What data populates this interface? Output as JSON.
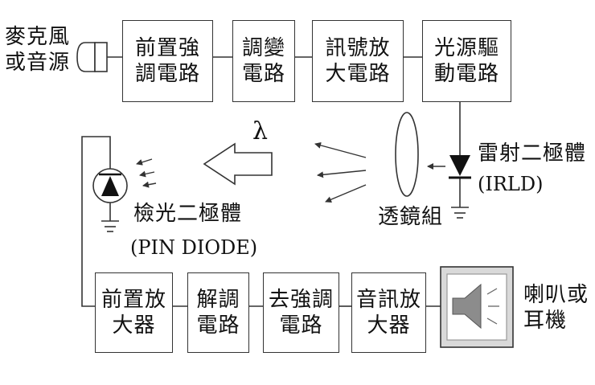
{
  "labels": {
    "mic": "麥克風\n或音源",
    "irld_name": "雷射二極體",
    "irld_code": "(IRLD)",
    "pin_name": "檢光二極體",
    "pin_code": "(PIN DIODE)",
    "lens": "透鏡組",
    "speaker": "喇叭或\n耳機",
    "wavelength": "λ"
  },
  "top_chain": [
    {
      "id": "pre-emphasis",
      "text": "前置強\n調電路"
    },
    {
      "id": "modulator",
      "text": "調變\n電路"
    },
    {
      "id": "signal-amp",
      "text": "訊號放\n大電路"
    },
    {
      "id": "light-driver",
      "text": "光源驅\n動電路"
    }
  ],
  "bottom_chain": [
    {
      "id": "preamp",
      "text": "前置放\n大器"
    },
    {
      "id": "demodulator",
      "text": "解調\n電路"
    },
    {
      "id": "de-emphasis",
      "text": "去強調\n電路"
    },
    {
      "id": "audio-amp",
      "text": "音訊放\n大器"
    }
  ],
  "colors": {
    "line": "#333333",
    "box_fill": "#ffffff",
    "speaker_frame": "#d9d9d9",
    "speaker_cone": "#8c8c8c"
  }
}
